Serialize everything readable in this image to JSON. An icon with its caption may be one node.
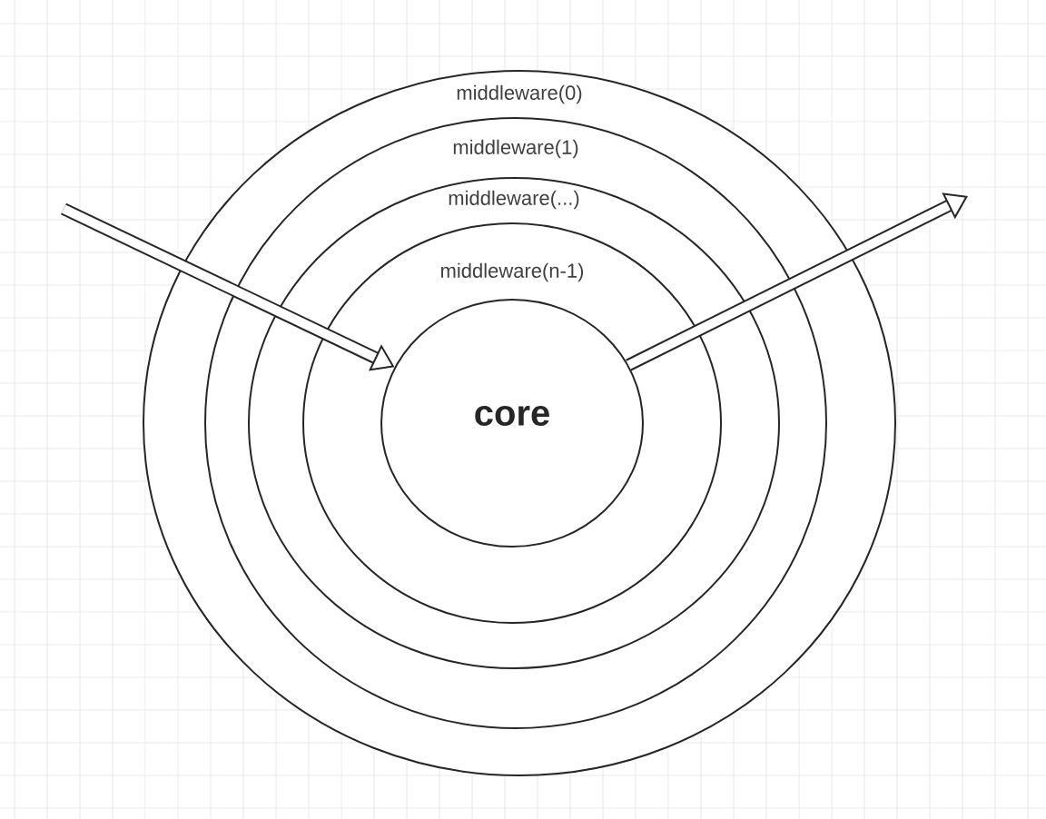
{
  "diagram": {
    "nodes": [
      {
        "text": [
          "middleware(0)"
        ]
      },
      {
        "text": [
          "middleware(1)"
        ],
        "in": 0
      },
      {
        "text": [
          "middleware(...)"
        ],
        "in": 1
      },
      {
        "text": [
          "middleware(n-1)"
        ],
        "in": 2
      },
      {
        "text": [
          "core"
        ],
        "in": 3
      }
    ],
    "edges": [
      {
        "from": null,
        "to": 4,
        "arrow": "to"
      },
      {
        "from": 4,
        "to": null,
        "arrow": "to"
      }
    ]
  }
}
